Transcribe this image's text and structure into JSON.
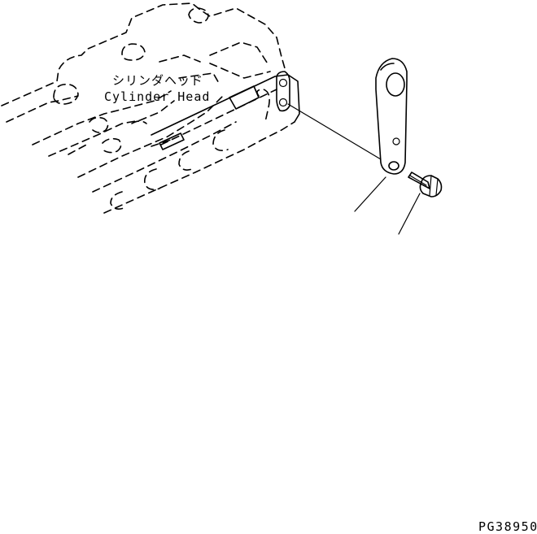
{
  "labels": {
    "part_jp": "シリンダヘッド",
    "part_en": "Cylinder Head"
  },
  "drawing_code": "PG38950"
}
